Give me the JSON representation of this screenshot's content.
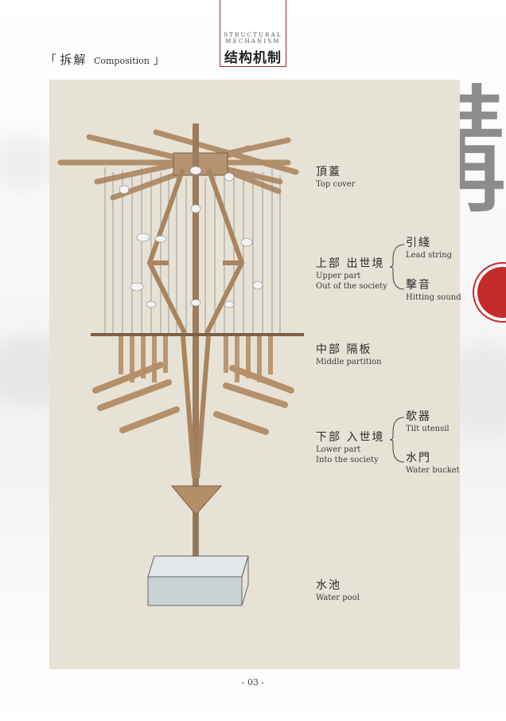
{
  "section": {
    "bracket_open": "「",
    "title_zh": "拆解",
    "title_en": "Composition",
    "bracket_close": "」"
  },
  "header": {
    "en_line1": "STRUCTURAL",
    "en_line2": "MECHANISM",
    "zh": "结构机制"
  },
  "decor": {
    "big_char": "構",
    "accent_color": "#c42b2b"
  },
  "labels": {
    "top_cover": {
      "zh": "頂蓋",
      "en": "Top cover"
    },
    "upper_part": {
      "zh": "上部 出世境",
      "en1": "Upper part",
      "en2": "Out of the society"
    },
    "lead_string": {
      "zh": "引綫",
      "en": "Lead string"
    },
    "hitting_sound": {
      "zh": "擊音",
      "en": "Hitting sound"
    },
    "middle_partition": {
      "zh": "中部 隔板",
      "en": "Middle partition"
    },
    "lower_part": {
      "zh": "下部 入世境",
      "en1": "Lower part",
      "en2": "Into the society"
    },
    "tilt_utensil": {
      "zh": "欹器",
      "en": "Tilt utensil"
    },
    "water_bucket": {
      "zh": "水門",
      "en": "Water bucket"
    },
    "water_pool": {
      "zh": "水池",
      "en": "Water pool"
    }
  },
  "page_number": "- 03 -"
}
